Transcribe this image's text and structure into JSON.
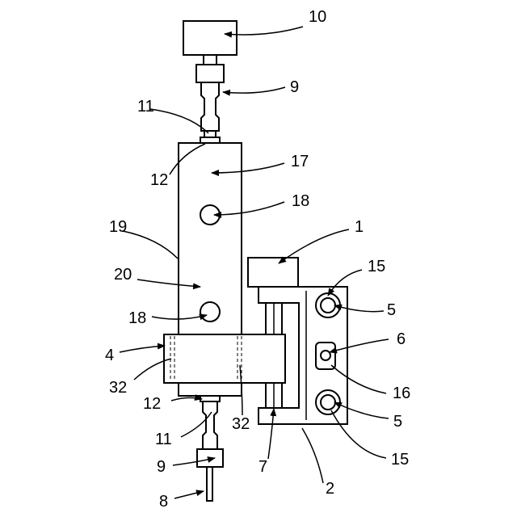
{
  "labels": {
    "l10": "10",
    "l9_top": "9",
    "l11_top": "11",
    "l12_top": "12",
    "l17": "17",
    "l18_top": "18",
    "l19": "19",
    "l1": "1",
    "l15_top": "15",
    "l20": "20",
    "l5_top": "5",
    "l18_bottom": "18",
    "l6": "6",
    "l4": "4",
    "l32_left": "32",
    "l16": "16",
    "l12_bottom": "12",
    "l32_right": "32",
    "l5_bottom": "5",
    "l11_bottom": "11",
    "l7": "7",
    "l15_bottom": "15",
    "l9_bottom": "9",
    "l2": "2",
    "l8": "8"
  },
  "colors": {
    "ink": "#000000",
    "paper": "#ffffff"
  }
}
